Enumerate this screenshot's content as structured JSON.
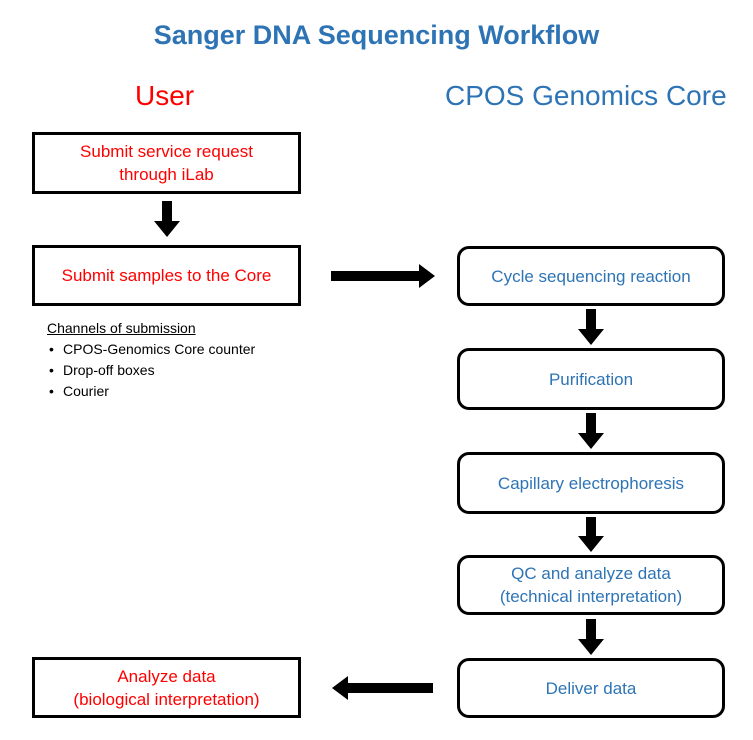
{
  "title": "Sanger DNA Sequencing Workflow",
  "lanes": {
    "user": "User",
    "core": "CPOS Genomics Core"
  },
  "user_steps": [
    {
      "line1": "Submit service request",
      "line2": "through iLab"
    },
    {
      "line1": "Submit samples to the Core",
      "line2": ""
    },
    {
      "line1": "Analyze data",
      "line2": "(biological interpretation)"
    }
  ],
  "channels": {
    "heading": "Channels of submission",
    "items": [
      "CPOS-Genomics Core counter",
      "Drop-off boxes",
      "Courier"
    ],
    "bullet": "•"
  },
  "core_steps": [
    {
      "line1": "Cycle sequencing reaction",
      "line2": ""
    },
    {
      "line1": "Purification",
      "line2": ""
    },
    {
      "line1": "Capillary electrophoresis",
      "line2": ""
    },
    {
      "line1": "QC and analyze data",
      "line2": "(technical interpretation)"
    },
    {
      "line1": "Deliver data",
      "line2": ""
    }
  ],
  "colors": {
    "user_text": "#ff0000",
    "core_text": "#2e74b5",
    "arrows": "#000000"
  }
}
